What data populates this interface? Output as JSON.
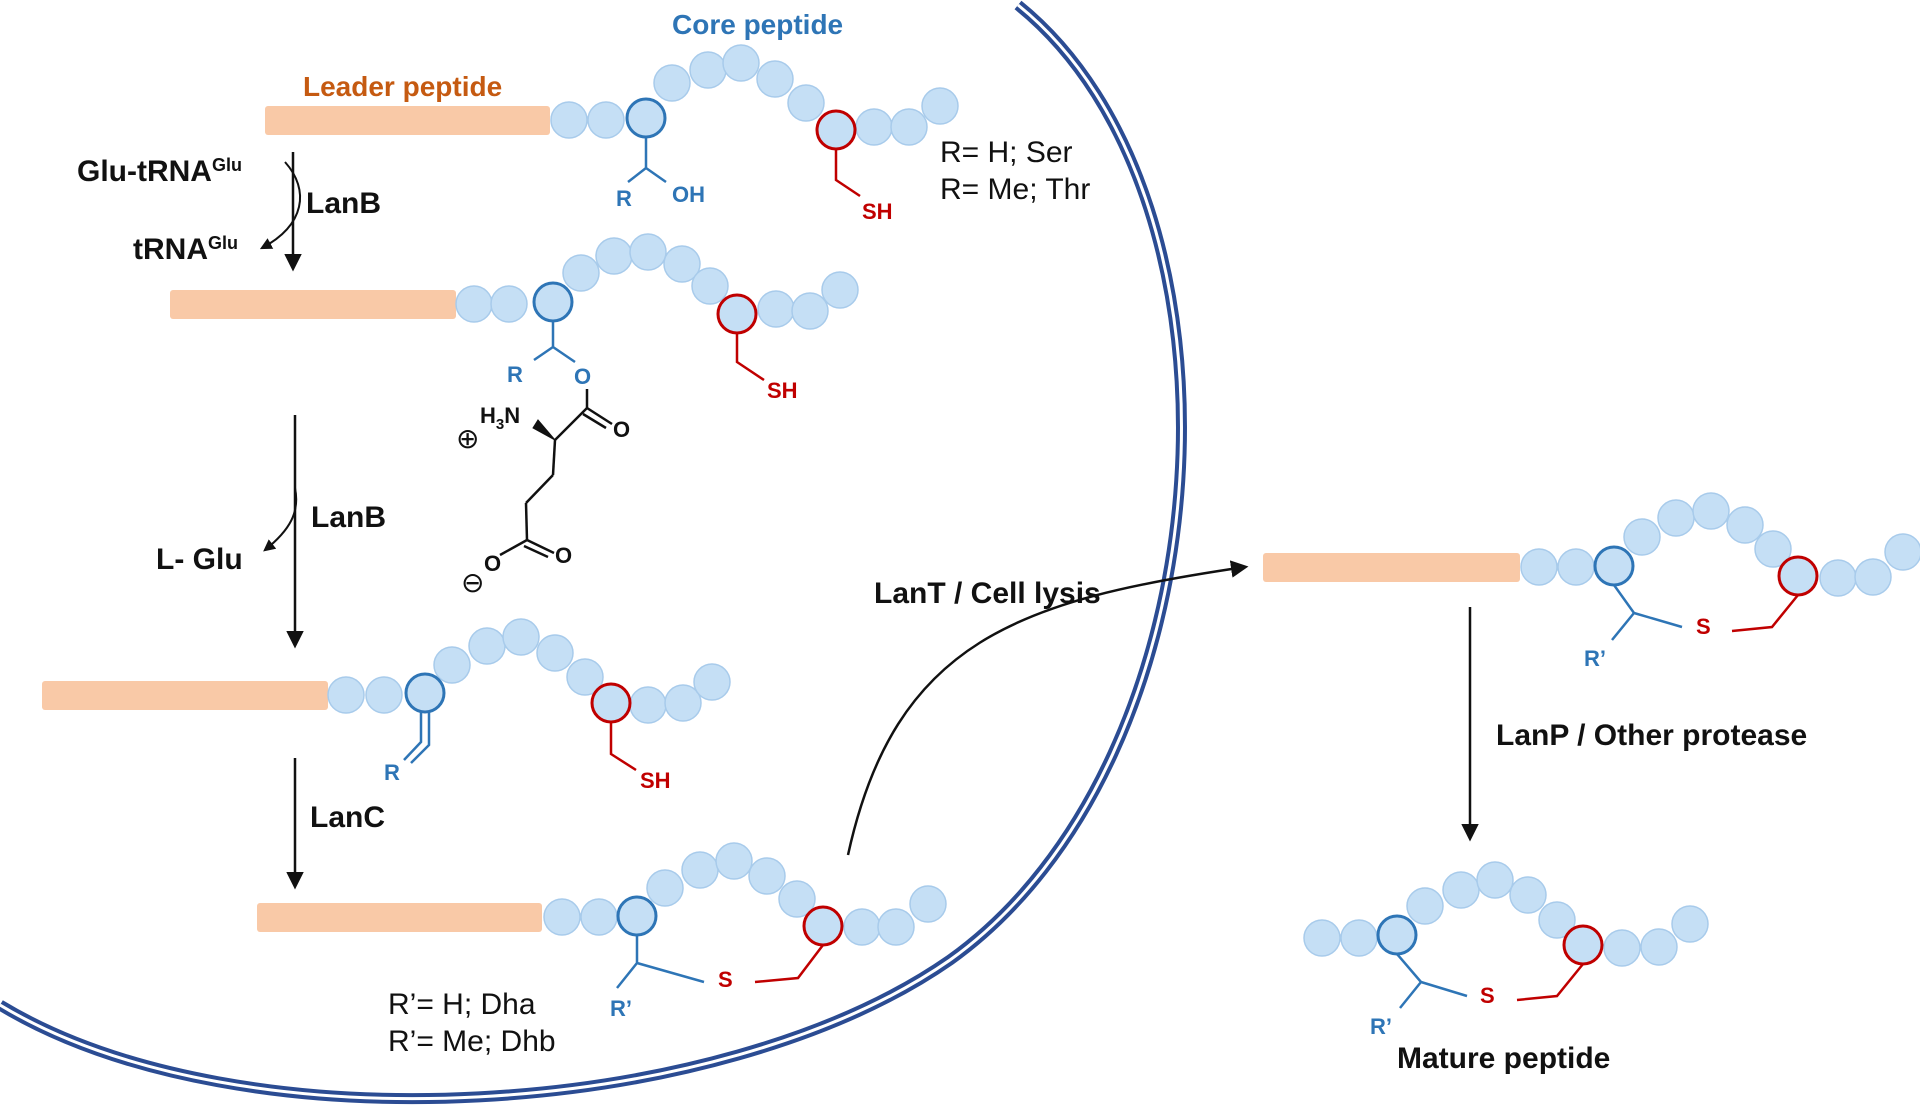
{
  "labels": {
    "core_peptide": "Core peptide",
    "leader_peptide": "Leader peptide",
    "glu_trna": "Glu-tRNA",
    "glu_sup": "Glu",
    "lanb_1": "LanB",
    "trna": "tRNA",
    "trna_sup": "Glu",
    "lanb_2": "LanB",
    "l_glu": "L- Glu",
    "lanc": "LanC",
    "lant_cell_lysis": "LanT / Cell lysis",
    "lanp_other_protease": "LanP / Other protease",
    "mature_peptide": "Mature peptide",
    "r_ser": "R= H; Ser",
    "r_thr": "R= Me; Thr",
    "r_dha": "R’= H; Dha",
    "r_dhb": "R’= Me; Dhb"
  },
  "chem": {
    "r": "R",
    "oh": "OH",
    "sh": "SH",
    "o": "O",
    "s": "S",
    "r_prime": "R’",
    "h3n": "H",
    "h3n_sub": "3",
    "h3n_n": "N",
    "plus": "⊕",
    "minus": "⊖"
  },
  "colors": {
    "leader_bar": "#f9c9a7",
    "bead_fill": "#c5dff5",
    "bead_stroke": "#a8cbeb",
    "ser_residue": "#2e75b6",
    "cys_residue": "#c00000",
    "leader_label": "#c55a11",
    "core_label": "#2e75b6",
    "cell_membrane": "#2b4c93"
  }
}
